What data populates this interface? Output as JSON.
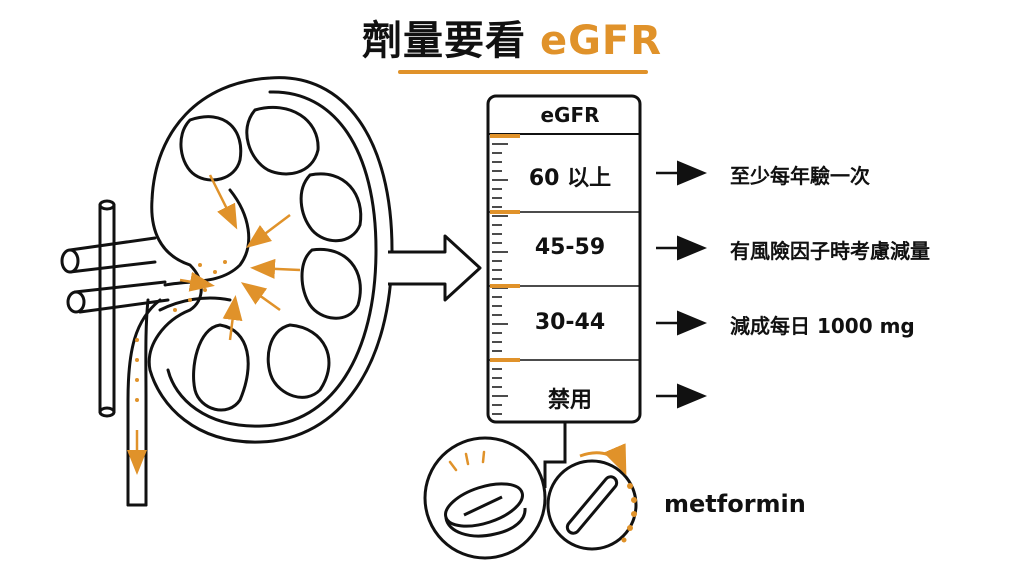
{
  "title": {
    "main": "劑量要看",
    "accent": "eGFR"
  },
  "scale": {
    "header": "eGFR",
    "rows": [
      {
        "range": "60 以上",
        "note": "至少每年驗一次"
      },
      {
        "range": "45-59",
        "note": "有風險因子時考慮減量"
      },
      {
        "range": "30-44",
        "note": "減成每日 1000 mg"
      },
      {
        "range": "禁用",
        "note": ""
      }
    ]
  },
  "drug": {
    "label": "metformin"
  },
  "colors": {
    "accent": "#e0922a",
    "ink": "#111111"
  }
}
